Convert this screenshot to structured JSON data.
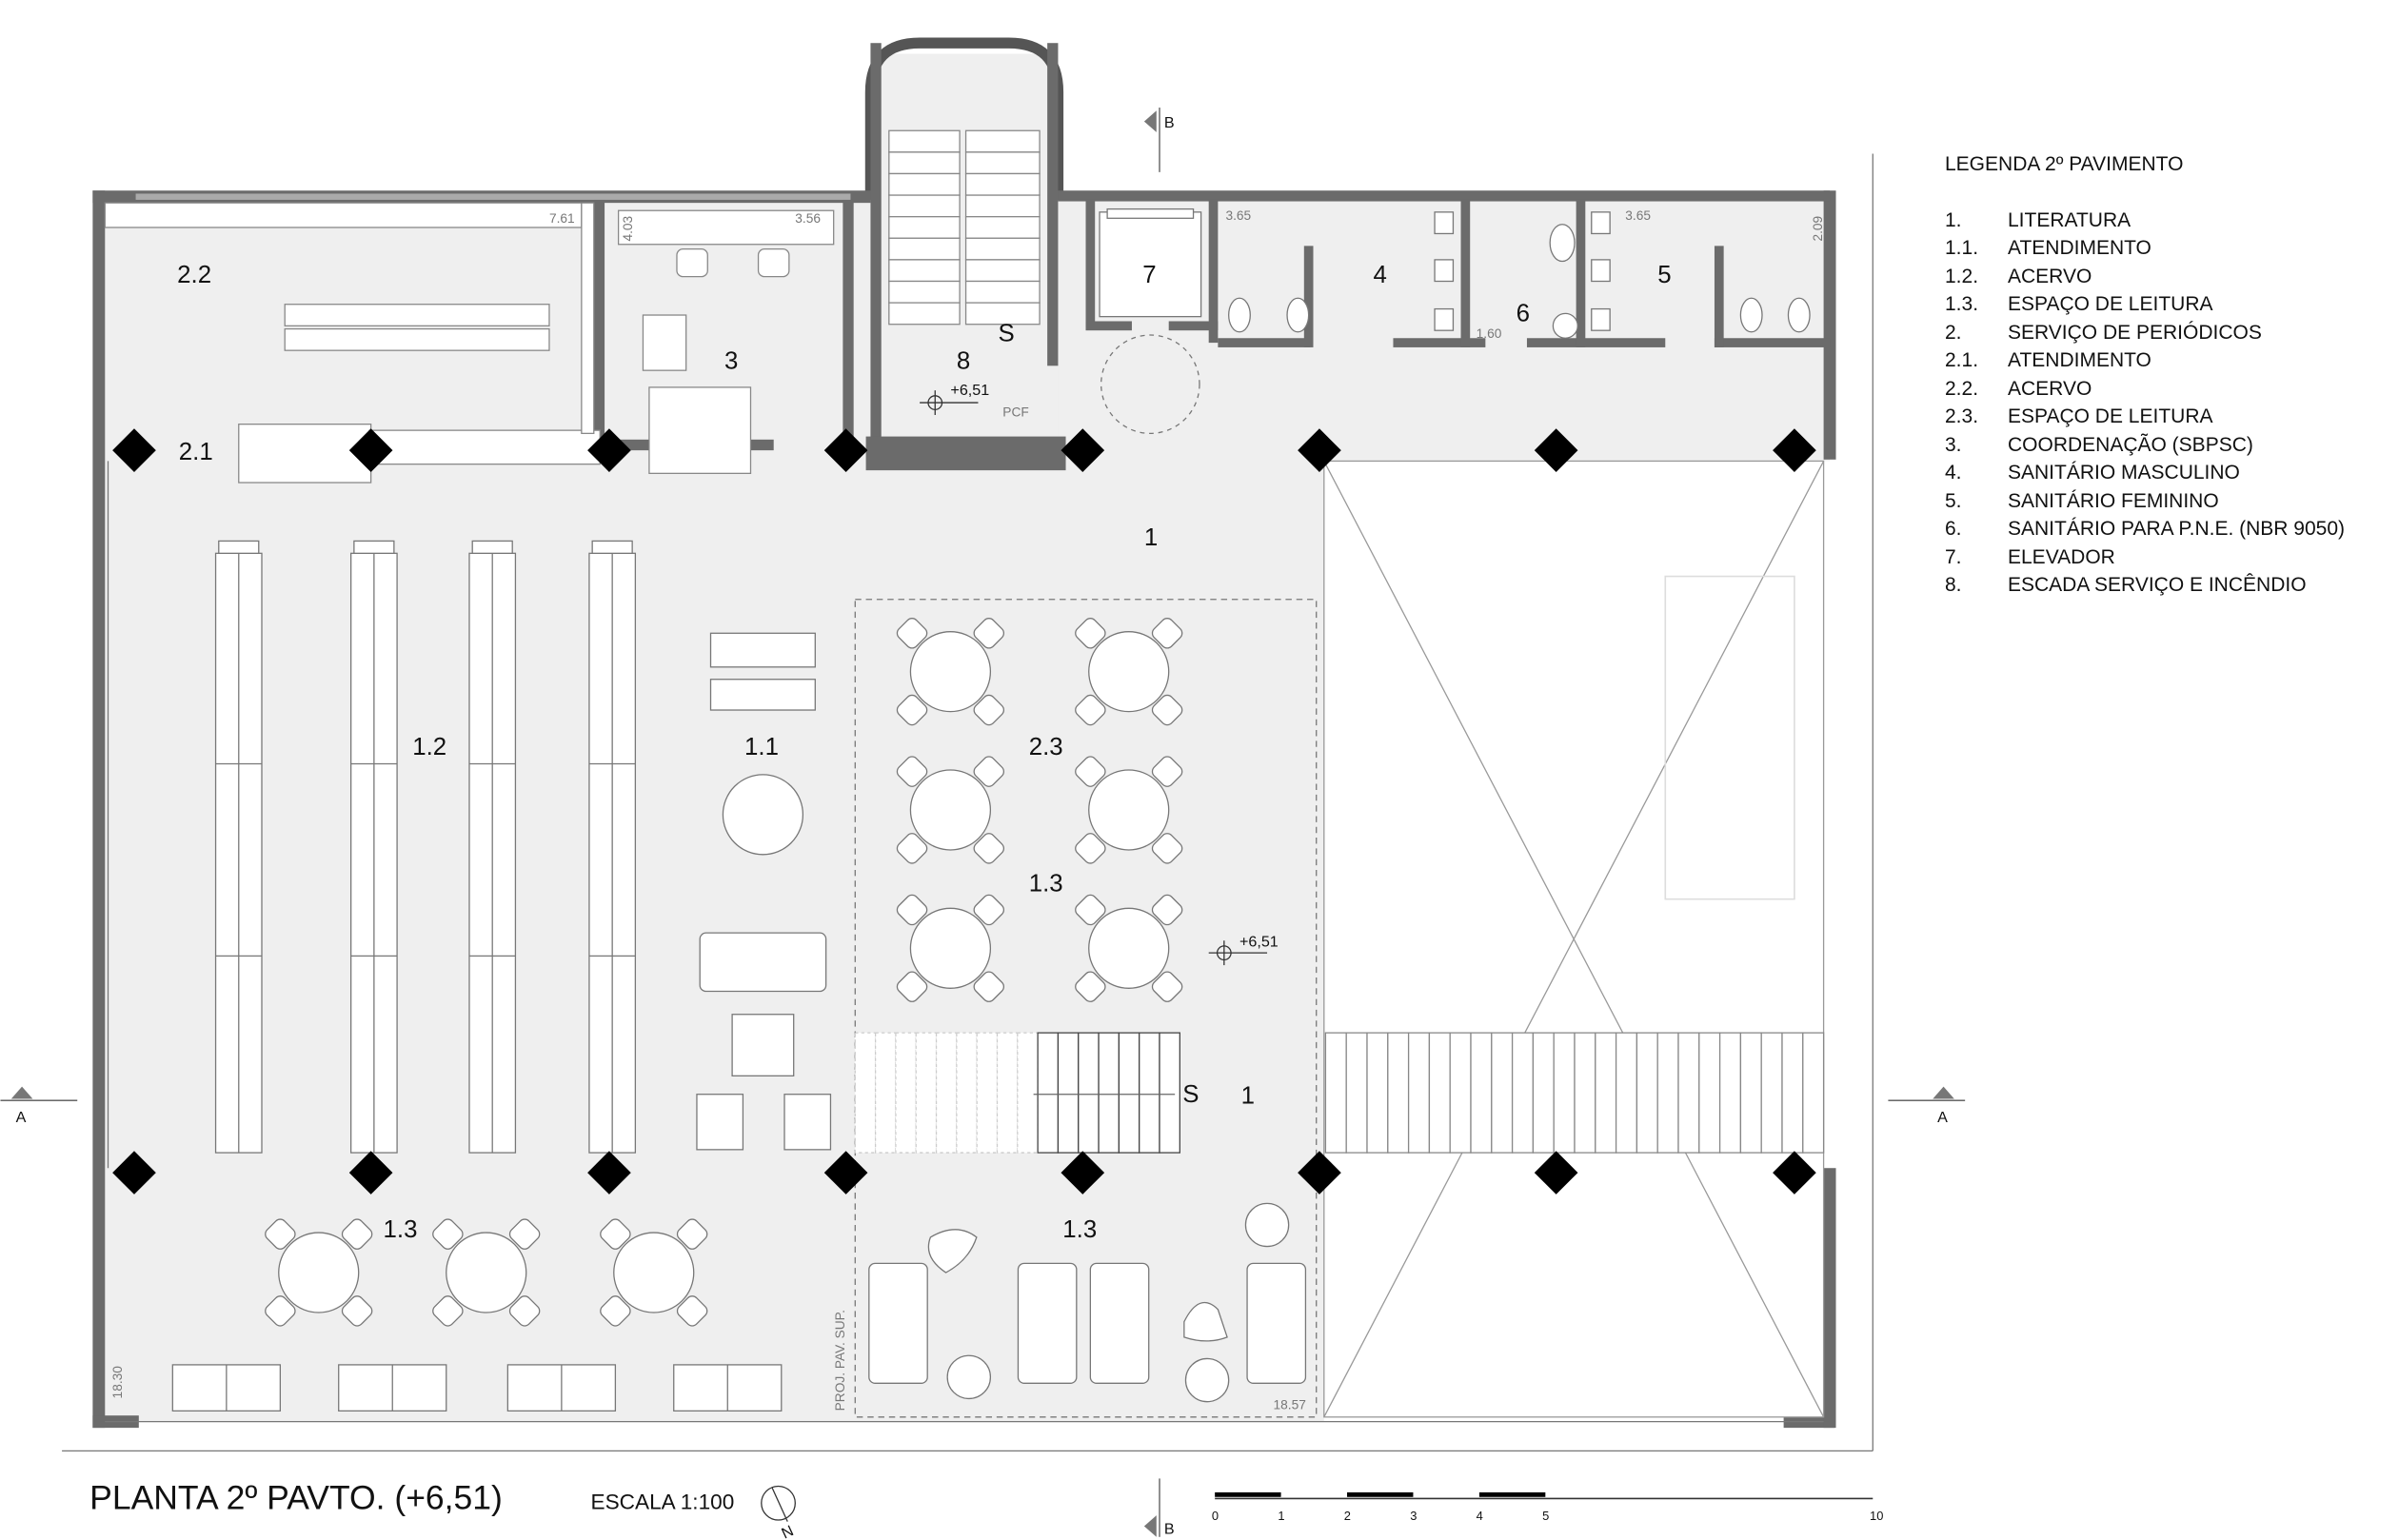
{
  "title": "PLANTA 2º PAVTO. (+6,51)",
  "scale_label": "ESCALA 1:100",
  "north_label": "N",
  "scale_bar": [
    "0",
    "1",
    "2",
    "3",
    "4",
    "5",
    "10"
  ],
  "section_marks": {
    "a": "A",
    "b": "B"
  },
  "legend": {
    "title": "LEGENDA 2º PAVIMENTO",
    "items": [
      {
        "num": "1.",
        "label": "LITERATURA"
      },
      {
        "num": "1.1.",
        "label": "ATENDIMENTO"
      },
      {
        "num": "1.2.",
        "label": "ACERVO"
      },
      {
        "num": "1.3.",
        "label": "ESPAÇO DE LEITURA"
      },
      {
        "num": "2.",
        "label": "SERVIÇO DE PERIÓDICOS"
      },
      {
        "num": "2.1.",
        "label": "ATENDIMENTO"
      },
      {
        "num": "2.2.",
        "label": "ACERVO"
      },
      {
        "num": "2.3.",
        "label": "ESPAÇO DE LEITURA"
      },
      {
        "num": "3.",
        "label": "COORDENAÇÃO (SBPSC)"
      },
      {
        "num": "4.",
        "label": "SANITÁRIO MASCULINO"
      },
      {
        "num": "5.",
        "label": "SANITÁRIO FEMININO"
      },
      {
        "num": "6.",
        "label": "SANITÁRIO PARA P.N.E. (NBR 9050)"
      },
      {
        "num": "7.",
        "label": "ELEVADOR"
      },
      {
        "num": "8.",
        "label": "ESCADA SERVIÇO E INCÊNDIO"
      }
    ]
  },
  "rooms": {
    "r22": "2.2",
    "r21": "2.1",
    "r3": "3",
    "r8": "8",
    "r7": "7",
    "r4": "4",
    "r6": "6",
    "r5": "5",
    "r1a": "1",
    "r12": "1.2",
    "r11": "1.1",
    "r23": "2.3",
    "r13a": "1.3",
    "r1b": "1",
    "r13b": "1.3",
    "r13c": "1.3",
    "s1": "S",
    "s2": "S"
  },
  "annotations": {
    "d761": "7.61",
    "d403": "4.03",
    "d356": "3.56",
    "d365a": "3.65",
    "d365b": "3.65",
    "d209": "2.09",
    "d160": "1.60",
    "pcf": "PCF",
    "lvl1": "+6,51",
    "lvl2": "+6,51",
    "d1830": "18.30",
    "d1857": "18.57",
    "proj": "PROJ. PAV. SUP."
  }
}
